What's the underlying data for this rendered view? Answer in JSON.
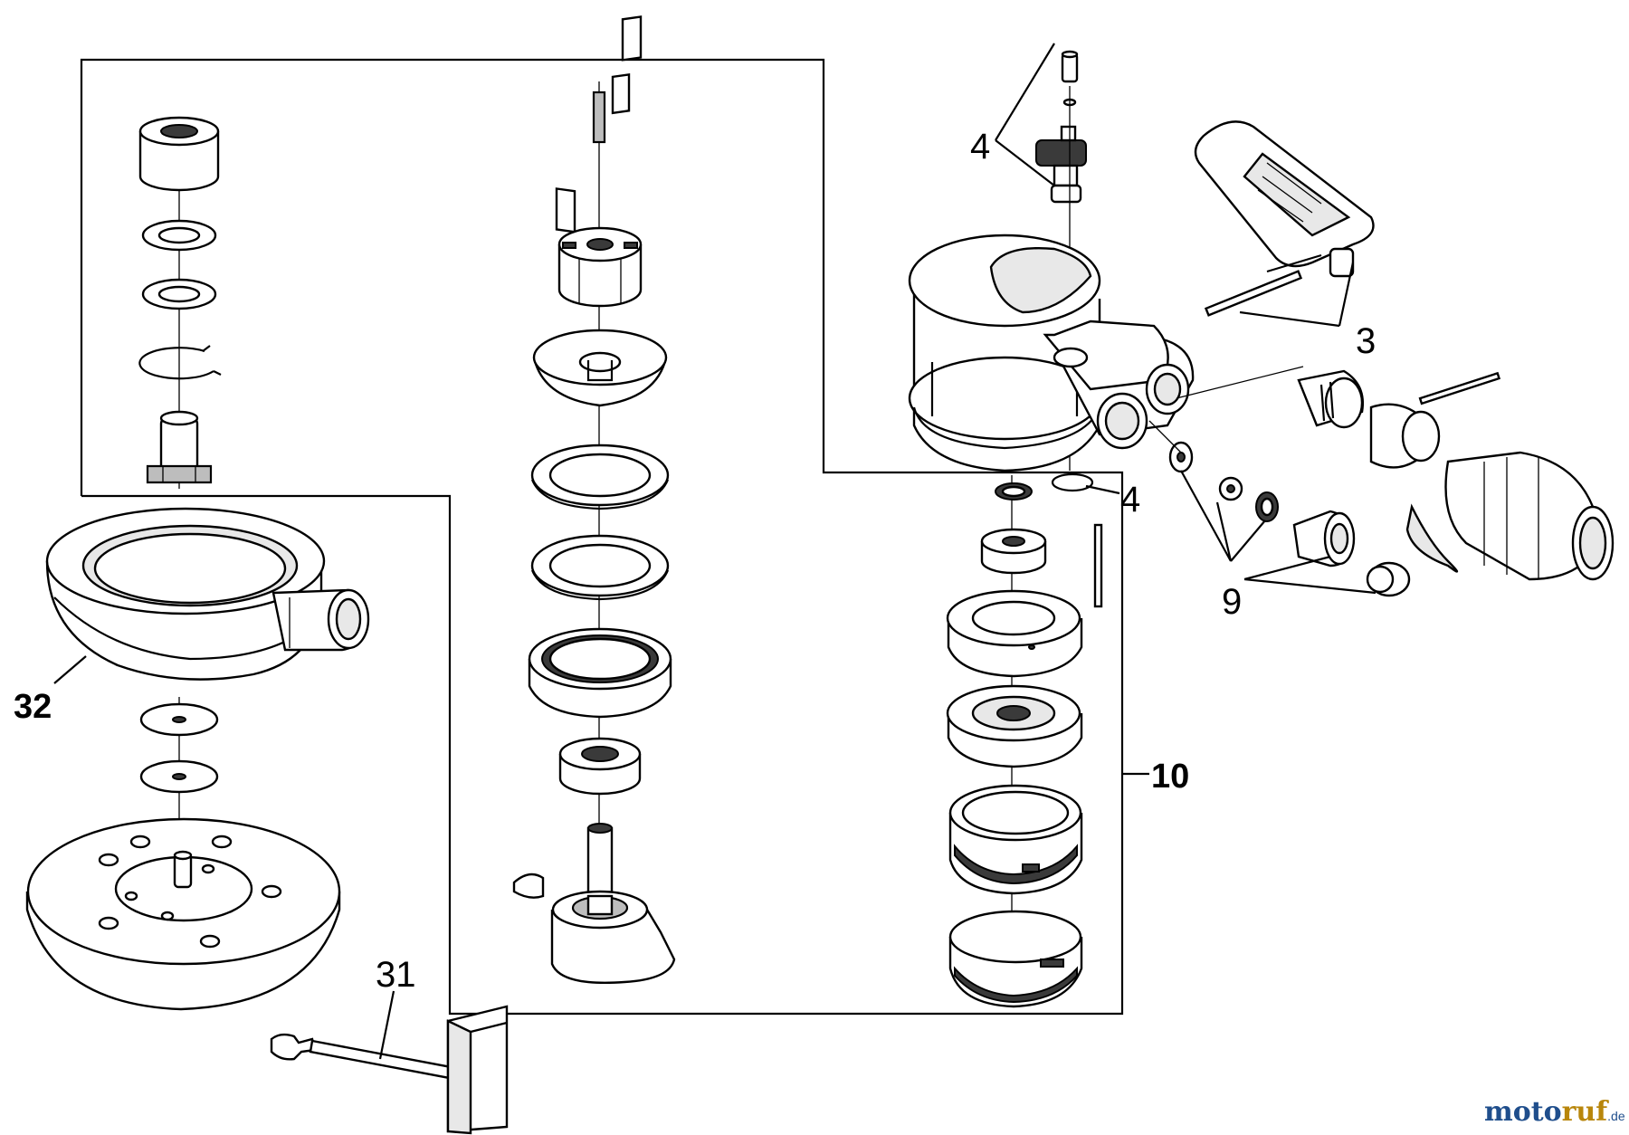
{
  "callouts": {
    "part_3": "3",
    "part_4_top": "4",
    "part_4_mid": "4",
    "part_9": "9",
    "part_10": "10",
    "part_31": "31",
    "part_32": "32"
  },
  "watermark": {
    "brand_a": "moto",
    "brand_b": "ruf",
    "tld": ".de"
  }
}
